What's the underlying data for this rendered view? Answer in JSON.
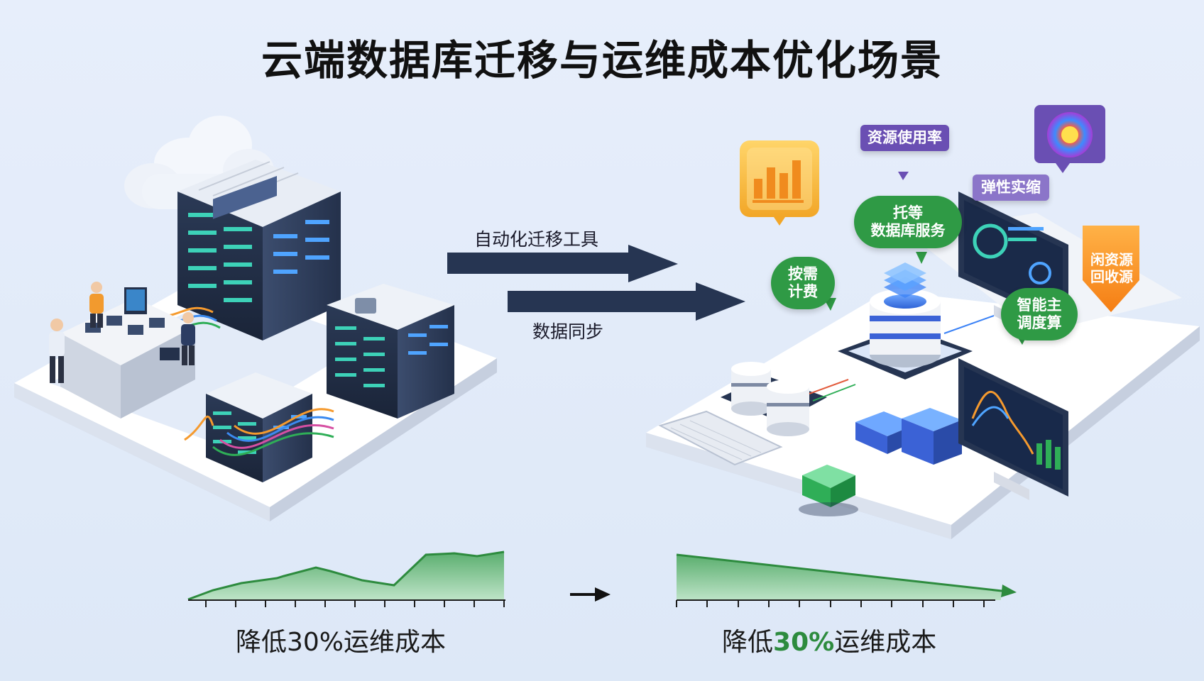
{
  "title": "云端数据库迁移与运维成本优化场景",
  "flow": {
    "top_label": "自动化迁移工具",
    "bottom_label": "数据同步"
  },
  "cloud_labels": {
    "resource_usage": "资源使用率",
    "elastic_scaling": "弹性实缩",
    "managed_db": "托等\n数据库服务",
    "on_demand": "按需\n计费",
    "smart_scheduling": "智能主\n调度算",
    "idle_recycle": "闲资源\n回收源"
  },
  "cost": {
    "left_label": "降低30%运维成本",
    "right_prefix": "降低",
    "right_value": "30%",
    "right_suffix": "运维成本"
  },
  "colors": {
    "dark_navy": "#263552",
    "accent_green": "#2d8b3e",
    "purple": "#6a4fb3",
    "orange": "#f6a12a"
  }
}
